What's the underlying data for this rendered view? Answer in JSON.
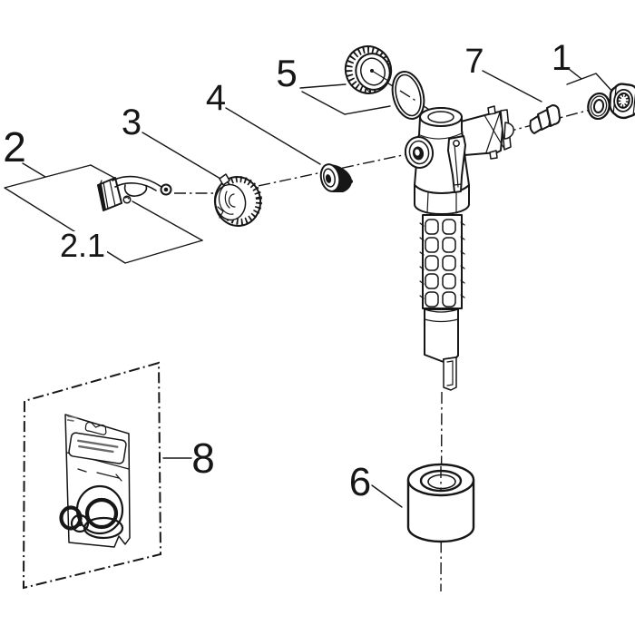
{
  "diagram": {
    "background_color": "#ffffff",
    "line_color": "#161616",
    "labels": {
      "part_1": "1",
      "part_2": "2",
      "part_2_1": "2.1",
      "part_3": "3",
      "part_4": "4",
      "part_5": "5",
      "part_6": "6",
      "part_7": "7",
      "part_8": "8"
    }
  }
}
